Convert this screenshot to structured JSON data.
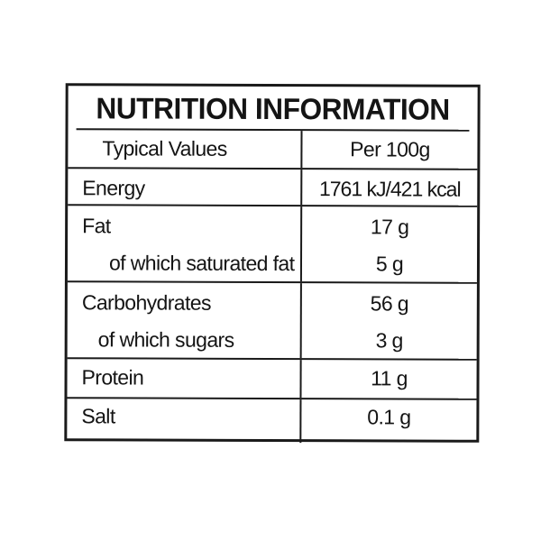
{
  "label": {
    "title": "NUTRITION INFORMATION",
    "header": {
      "typical_values": "Typical Values",
      "per": "Per 100g"
    },
    "energy": {
      "name": "Energy",
      "value": "1761 kJ/421 kcal"
    },
    "fat": {
      "name": "Fat",
      "value": "17 g",
      "sub_name": "of which saturated fat",
      "sub_value": "5 g"
    },
    "carbohydrates": {
      "name": "Carbohydrates",
      "value": "56 g",
      "sub_name": "of which sugars",
      "sub_value": "3 g"
    },
    "protein": {
      "name": "Protein",
      "value": "11 g"
    },
    "salt": {
      "name": "Salt",
      "value": "0.1 g"
    }
  }
}
